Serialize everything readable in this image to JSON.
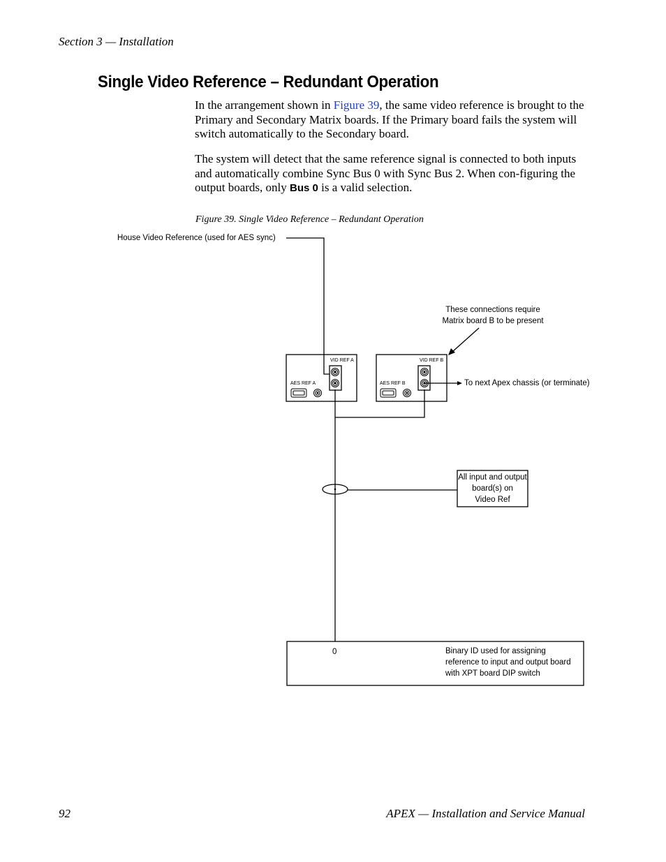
{
  "header": {
    "section": "Section 3 — Installation"
  },
  "title": "Single Video Reference – Redundant Operation",
  "paragraph1": {
    "before_link": "In the arrangement shown in ",
    "link": "Figure 39",
    "after_link": ", the same video reference is brought to the Primary and Secondary Matrix boards. If the Primary board fails the system will switch automatically to the Secondary board."
  },
  "paragraph2": {
    "before_bold": "The system will detect that the same reference signal is connected to both inputs and automatically combine Sync Bus 0 with Sync Bus 2. When con-figuring the output boards, only ",
    "bold": "Bus 0",
    "after_bold": " is a valid selection."
  },
  "figure": {
    "caption": "Figure 39.  Single Video Reference – Redundant Operation",
    "house_ref_label": "House Video Reference  (used for AES sync)",
    "note_line1": "These connections require",
    "note_line2": "Matrix board B to be present",
    "board_a": {
      "vid_ref": "VID REF A",
      "aes_ref": "AES REF A"
    },
    "board_b": {
      "vid_ref": "VID REF B",
      "aes_ref": "AES REF B"
    },
    "next_chassis": "To next Apex chassis (or terminate)",
    "boards_box": [
      "All input and output",
      "board(s) on",
      "Video Ref"
    ],
    "binary_value": "0",
    "binary_text": [
      "Binary ID used for assigning",
      "reference to input and output board",
      "with  XPT board DIP switch"
    ]
  },
  "footer": {
    "page_number": "92",
    "manual_title": "APEX  — Installation and Service Manual"
  }
}
